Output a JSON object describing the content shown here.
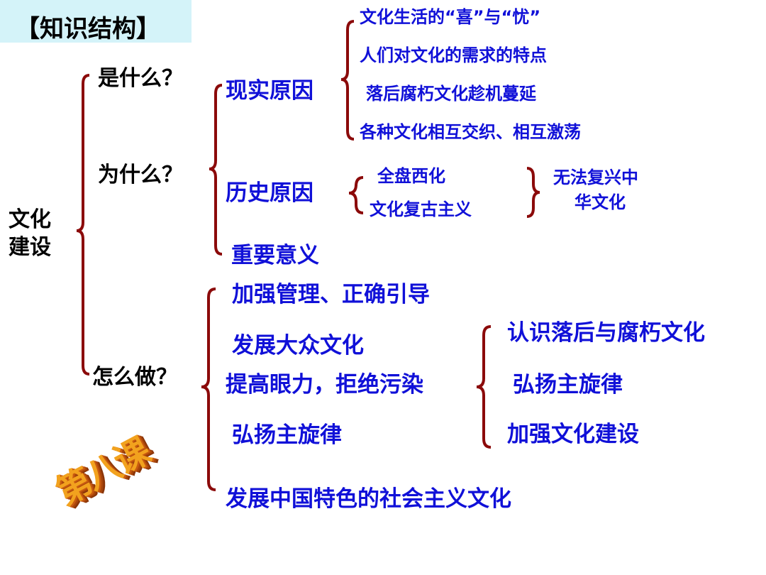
{
  "title": "【知识结构】",
  "root": "文化建设",
  "root_lines": [
    "文化",
    "建设"
  ],
  "questions": {
    "what": "是什么？",
    "why": "为什么？",
    "how": "怎么做？"
  },
  "why": {
    "realistic": "现实原因",
    "realistic_items": [
      "文化生活的“喜”与“忧”",
      "人们对文化的需求的特点",
      "落后腐朽文化趁机蔓延",
      "各种文化相互交织、相互激荡"
    ],
    "historical": "历史原因",
    "historical_items": [
      "全盘西化",
      "文化复古主义"
    ],
    "historical_result_lines": [
      "无法复兴中",
      "华文化"
    ],
    "significance": "重要意义"
  },
  "how": {
    "items": [
      "加强管理、正确引导",
      "发展大众文化",
      "提高眼力，拒绝污染",
      "弘扬主旋律",
      "发展中国特色的社会主义文化"
    ],
    "sub_items": [
      "认识落后与腐朽文化",
      "弘扬主旋律",
      "加强文化建设"
    ]
  },
  "logo": "第八课",
  "colors": {
    "brace": "#8b0a0a",
    "blue_text": "#1010d8",
    "title_bg": "#d4f3f9"
  }
}
